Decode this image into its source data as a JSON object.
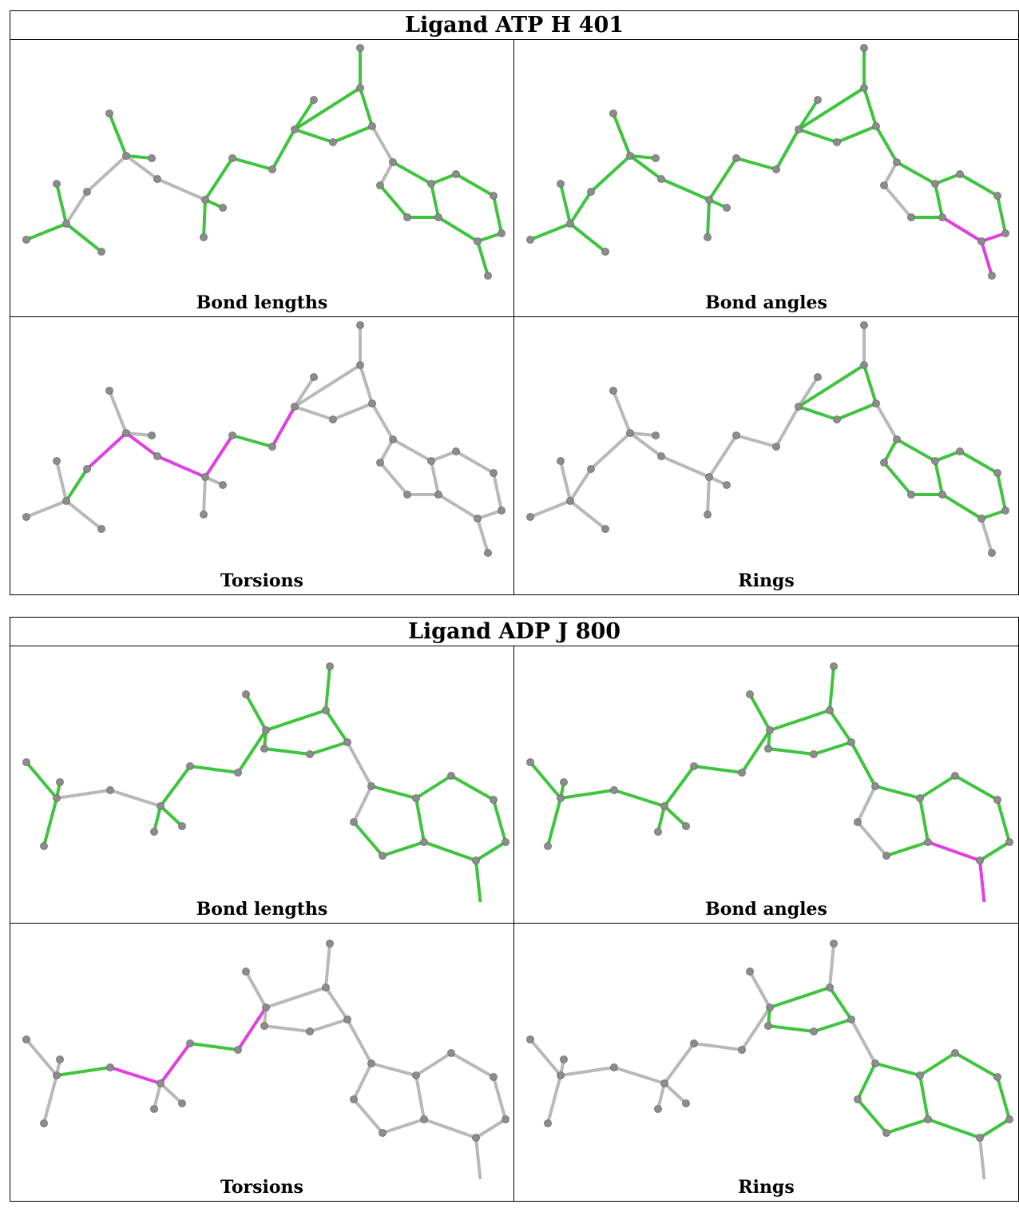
{
  "ligands": [
    {
      "title": "Ligand ATP H 401",
      "panels": [
        {
          "caption": "Bond lengths"
        },
        {
          "caption": "Bond angles"
        },
        {
          "caption": "Torsions"
        },
        {
          "caption": "Rings"
        }
      ]
    },
    {
      "title": "Ligand ADP J 800",
      "panels": [
        {
          "caption": "Bond lengths"
        },
        {
          "caption": "Bond angles"
        },
        {
          "caption": "Torsions"
        },
        {
          "caption": "Rings"
        }
      ]
    }
  ],
  "colors": {
    "pass": "#3ec43e",
    "outlier": "#e040e0",
    "neutral": "#b8b8b8",
    "atom": "#8c8c8c",
    "border": "#000000"
  }
}
